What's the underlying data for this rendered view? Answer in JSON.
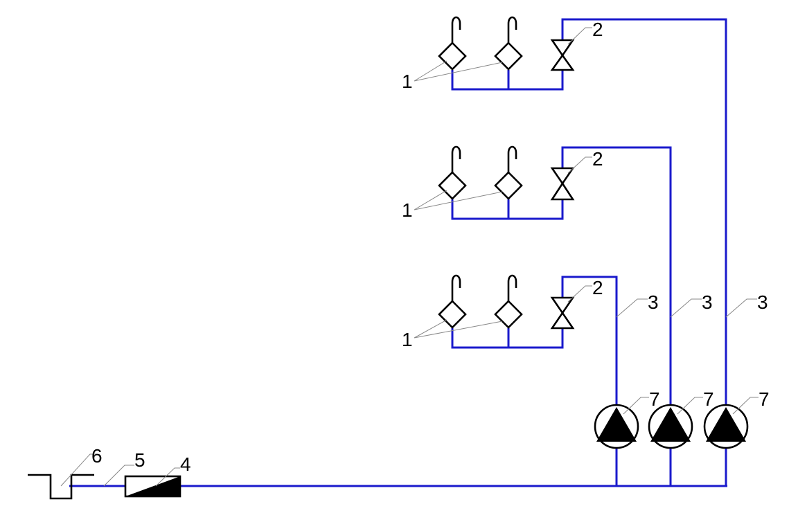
{
  "diagram": {
    "colors": {
      "pipe": "#1a1acc",
      "symbol": "#000000",
      "leader": "#888888",
      "background": "#ffffff"
    },
    "components": [
      {
        "id": "sprayer",
        "symbol": "sprinkler-head-icon",
        "label": "1"
      },
      {
        "id": "valve",
        "symbol": "gate-valve-icon",
        "label": "2"
      },
      {
        "id": "pipe",
        "symbol": "pipe-line",
        "label": "3"
      },
      {
        "id": "filter",
        "symbol": "filter-icon",
        "label": "4"
      },
      {
        "id": "suction",
        "symbol": "suction-pipe",
        "label": "5"
      },
      {
        "id": "tank",
        "symbol": "water-source-icon",
        "label": "6"
      },
      {
        "id": "pump",
        "symbol": "pump-icon",
        "label": "7"
      }
    ],
    "branches": [
      {
        "level": "top",
        "labels": {
          "sprayers": "1",
          "valve": "2"
        }
      },
      {
        "level": "middle",
        "labels": {
          "sprayers": "1",
          "valve": "2"
        }
      },
      {
        "level": "bottom",
        "labels": {
          "sprayers": "1",
          "valve": "2"
        }
      }
    ],
    "risers": [
      {
        "label": "3",
        "pump_label": "7"
      },
      {
        "label": "3",
        "pump_label": "7"
      },
      {
        "label": "3",
        "pump_label": "7"
      }
    ],
    "supply": {
      "tank_label": "6",
      "suction_label": "5",
      "filter_label": "4"
    }
  }
}
